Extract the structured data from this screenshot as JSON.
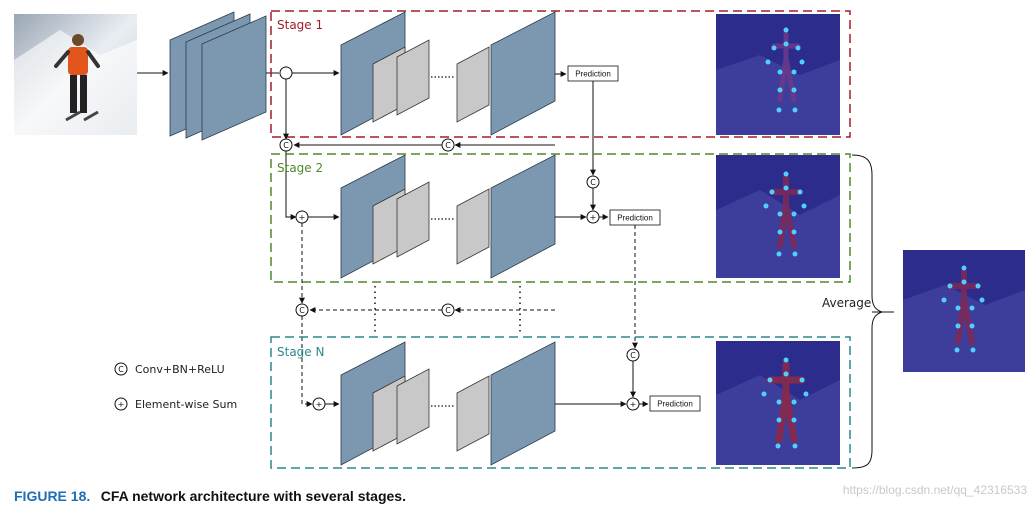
{
  "stages": [
    {
      "title": "Stage 1",
      "color": "#a31c2a"
    },
    {
      "title": "Stage 2",
      "color": "#4d8a2a"
    },
    {
      "title": "Stage N",
      "color": "#2a8a8a"
    }
  ],
  "prediction_label": "Prediction",
  "legend": {
    "conv": {
      "symbol": "C",
      "label": "Conv+BN+ReLU"
    },
    "sum": {
      "symbol": "+",
      "label": "Element-wise Sum"
    }
  },
  "average_label": "Average",
  "caption": {
    "label": "FIGURE 18.",
    "text": "CFA network architecture with several stages."
  },
  "watermark": "https://blog.csdn.net/qq_42316533",
  "colors": {
    "feature_blue": "#7b98b0",
    "feature_gray": "#c8c8c8",
    "heatmap_blue": "#2c2c8c",
    "caption_blue": "#1f6fb5"
  }
}
